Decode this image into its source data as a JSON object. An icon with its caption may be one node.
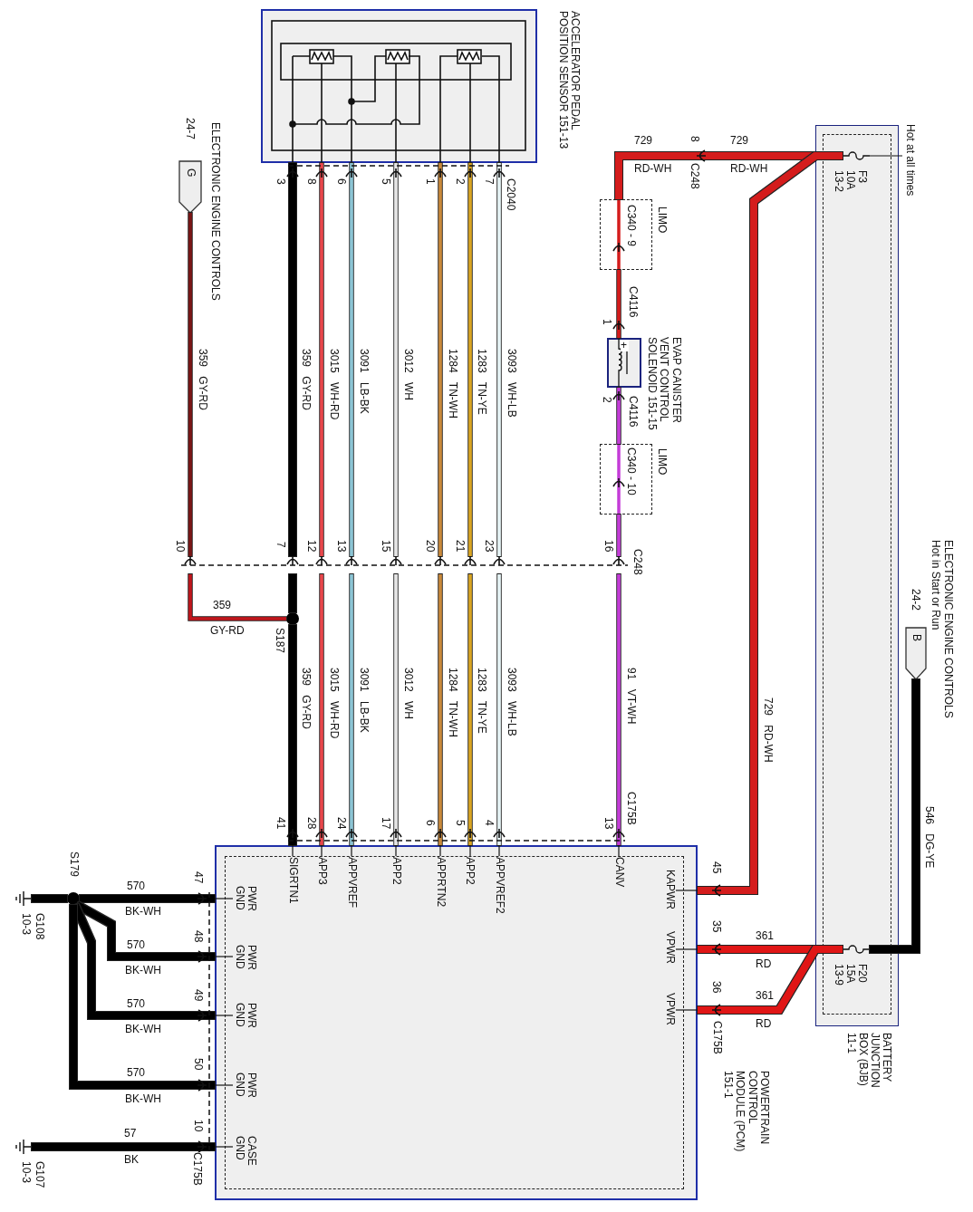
{
  "diagram": {
    "nodes": [
      {
        "text": [
          "ACCELERATOR PEDAL POSITION SENSOR 151-13"
        ]
      },
      {
        "text": [
          "POWERTRAIN CONTROL MODULE (PCM) 151-1",
          "SIGRTN1",
          "APP3",
          "APPVREF",
          "APP2",
          "APPRTN2",
          "APP2",
          "APPVREF2",
          "CANV",
          "KAPWR",
          "VPWR",
          "VPWR",
          "PWR GND",
          "PWR GND",
          "PWR GND",
          "PWR GND",
          "CASE GND"
        ]
      },
      {
        "text": [
          "BATTERY JUNCTION BOX (BJB) 11-1"
        ]
      },
      {
        "text": [
          "F3 10A 13-2"
        ],
        "in": 2
      },
      {
        "text": [
          "F20 15A 13-9"
        ],
        "in": 2
      },
      {
        "text": [
          "G"
        ],
        "beside": [
          "24-7",
          "ELECTRONIC ENGINE CONTROLS"
        ]
      },
      {
        "text": [
          "B"
        ],
        "beside": [
          "24-2",
          "ELECTRONIC ENGINE CONTROLS",
          "Hot in Start or Run"
        ]
      },
      {
        "text": [
          "LIMO",
          "C340 - 9"
        ]
      },
      {
        "text": [
          "EVAP CANISTER VENT CONTROL SOLENOID 151-15"
        ]
      },
      {
        "text": [
          "LIMO",
          "C340 - 10"
        ]
      },
      {
        "text": [
          "C248"
        ]
      },
      {
        "text": [],
        "shape": "circle",
        "beside": [
          "S187"
        ]
      },
      {
        "text": [],
        "shape": "circle",
        "beside": [
          "S179"
        ]
      },
      {
        "text": [],
        "shape": "ground",
        "beside": [
          "G108",
          "10-3"
        ]
      },
      {
        "text": [],
        "shape": "ground",
        "beside": [
          "G107",
          "10-3"
        ]
      }
    ],
    "edges": [
      {
        "from": 5,
        "to": 10,
        "arrow": "none",
        "label": "359 GY-RD",
        "color": "#7a1414"
      },
      {
        "from": 0,
        "to": 10,
        "arrow": "none",
        "label": "359 GY-RD",
        "style": "thick"
      },
      {
        "from": 0,
        "to": 10,
        "arrow": "none",
        "label": "3015 WH-RD",
        "color": "#e8474c"
      },
      {
        "from": 0,
        "to": 10,
        "arrow": "none",
        "label": "3091 LB-BK",
        "color": "#8cc4d4"
      },
      {
        "from": 0,
        "to": 10,
        "arrow": "none",
        "label": "3012 WH",
        "color": "#e6e6e6"
      },
      {
        "from": 0,
        "to": 10,
        "arrow": "none",
        "label": "1284 TN-WH",
        "color": "#c8893a"
      },
      {
        "from": 0,
        "to": 10,
        "arrow": "none",
        "label": "1283 TN-YE",
        "color": "#d9a521"
      },
      {
        "from": 0,
        "to": 10,
        "arrow": "none",
        "label": "3093 WH-LB",
        "color": "#e6f4f6"
      },
      {
        "from": 10,
        "to": 11,
        "arrow": "none",
        "style": "thick"
      },
      {
        "from": 10,
        "to": 11,
        "arrow": "none",
        "label": "359",
        "color": "#c0141a"
      },
      {
        "from": 11,
        "to": 1,
        "arrow": "none",
        "label": "359 GY-RD",
        "style": "thick"
      },
      {
        "from": 10,
        "to": 1,
        "arrow": "none",
        "label": "3015 WH-RD",
        "color": "#e8474c"
      },
      {
        "from": 10,
        "to": 1,
        "arrow": "none",
        "label": "3091 LB-BK",
        "color": "#8cc4d4"
      },
      {
        "from": 10,
        "to": 1,
        "arrow": "none",
        "label": "3012 WH",
        "color": "#e6e6e6"
      },
      {
        "from": 10,
        "to": 1,
        "arrow": "none",
        "label": "1284 TN-WH",
        "color": "#c8893a"
      },
      {
        "from": 10,
        "to": 1,
        "arrow": "none",
        "label": "1283 TN-YE",
        "color": "#d9a521"
      },
      {
        "from": 10,
        "to": 1,
        "arrow": "none",
        "label": "3093 WH-LB",
        "color": "#e6f4f6"
      },
      {
        "from": 3,
        "to": 7,
        "arrow": "none",
        "label": "729",
        "style": "thick",
        "color": "#d41c1c"
      },
      {
        "from": 7,
        "to": 8,
        "arrow": "none",
        "color": "#d41c1c"
      },
      {
        "from": 8,
        "to": 9,
        "arrow": "none",
        "color": "#c43cd8"
      },
      {
        "from": 9,
        "to": 10,
        "arrow": "none",
        "color": "#c43cd8"
      },
      {
        "from": 10,
        "to": 1,
        "arrow": "none",
        "label": "91 VT-WH",
        "color": "#c43cd8"
      },
      {
        "from": 3,
        "to": 1,
        "arrow": "none",
        "label": "729 RD-WH",
        "style": "thick",
        "color": "#d41c1c"
      },
      {
        "from": 6,
        "to": 4,
        "arrow": "none",
        "label": "546 DG-YE",
        "style": "thick"
      },
      {
        "from": 4,
        "to": 1,
        "arrow": "none",
        "label": "361",
        "style": "thick",
        "color": "#e01818"
      },
      {
        "from": 4,
        "to": 1,
        "arrow": "none",
        "label": "361",
        "style": "thick",
        "color": "#e01818"
      },
      {
        "from": 13,
        "to": 12,
        "arrow": "none",
        "style": "thick"
      },
      {
        "from": 12,
        "to": 1,
        "arrow": "none",
        "label": "570",
        "style": "thick"
      },
      {
        "from": 12,
        "to": 1,
        "arrow": "none",
        "label": "570",
        "style": "thick"
      },
      {
        "from": 12,
        "to": 1,
        "arrow": "none",
        "label": "570",
        "style": "thick"
      },
      {
        "from": 12,
        "to": 1,
        "arrow": "none",
        "label": "570",
        "style": "thick"
      },
      {
        "from": 14,
        "to": 1,
        "arrow": "none",
        "label": "57",
        "style": "thick"
      }
    ],
    "labels": [
      "Hot at all times",
      "8",
      "729",
      "RD-WH",
      "C248",
      "RD-WH",
      "3",
      "8",
      "6",
      "5",
      "1",
      "2",
      "7",
      "C2040",
      "C4116",
      "1",
      "+",
      "2",
      "C4116",
      "10",
      "7",
      "12",
      "13",
      "15",
      "20",
      "21",
      "23",
      "16",
      "GY-RD",
      "41",
      "28",
      "24",
      "17",
      "6",
      "5",
      "4",
      "13",
      "C175B",
      "45",
      "35",
      "RD",
      "36",
      "RD",
      "C175B",
      "BK-WH",
      "47",
      "BK-WH",
      "48",
      "BK-WH",
      "49",
      "BK-WH",
      "50",
      "BK",
      "10",
      "C175B"
    ]
  }
}
